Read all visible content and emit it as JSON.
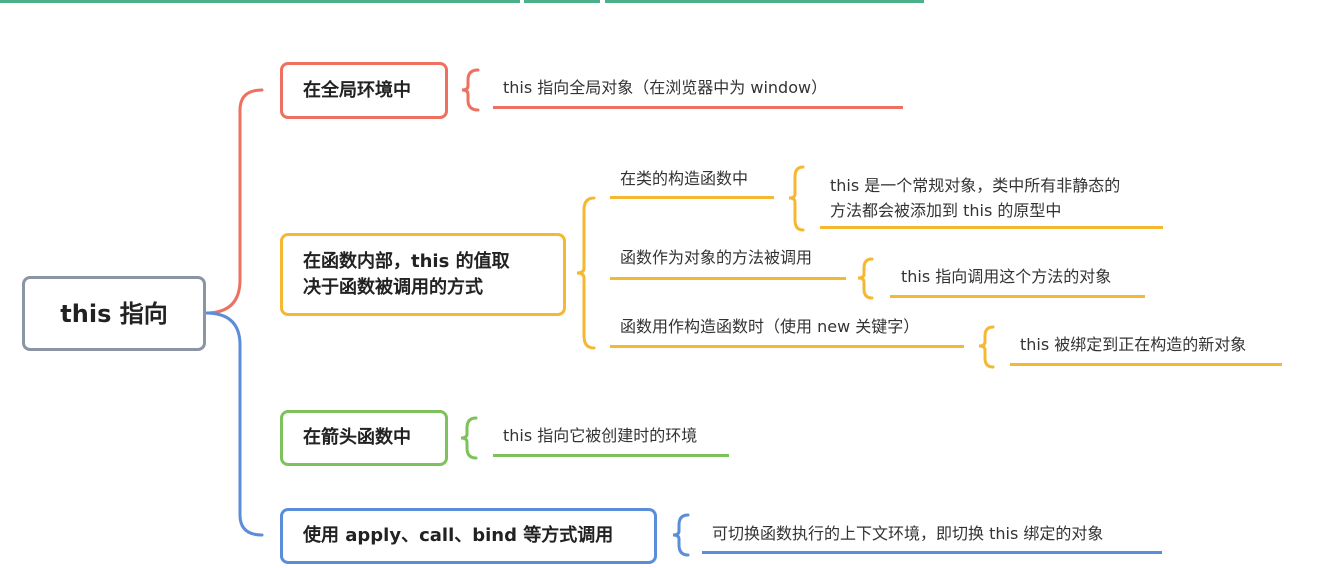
{
  "colors": {
    "red": "#ee7060",
    "orange": "#f5b833",
    "green": "#7ec25b",
    "blue": "#5b8ed8",
    "gray": "#8c95a3",
    "topbar": "#4cb08a"
  },
  "root": {
    "label": "this 指向"
  },
  "branches": [
    {
      "label": "在全局环境中",
      "children": [
        {
          "text": "this 指向全局对象（在浏览器中为 window）"
        }
      ]
    },
    {
      "label": "在函数内部，this 的值取决于函数被调用的方式",
      "children": [
        {
          "text": "在类的构造函数中",
          "detail": "this 是一个常规对象，类中所有非静态的方法都会被添加到 this 的原型中",
          "detail_line1": "this 是一个常规对象，类中所有非静态的",
          "detail_line2": "方法都会被添加到 this 的原型中"
        },
        {
          "text": "函数作为对象的方法被调用",
          "detail": "this 指向调用这个方法的对象"
        },
        {
          "text": "函数用作构造函数时（使用 new 关键字）",
          "detail": "this 被绑定到正在构造的新对象"
        }
      ],
      "label_line1": "在函数内部，this 的值取",
      "label_line2": "决于函数被调用的方式"
    },
    {
      "label": "在箭头函数中",
      "children": [
        {
          "text": "this 指向它被创建时的环境"
        }
      ]
    },
    {
      "label": "使用 apply、call、bind 等方式调用",
      "children": [
        {
          "text": "可切换函数执行的上下文环境，即切换 this 绑定的对象"
        }
      ]
    }
  ]
}
